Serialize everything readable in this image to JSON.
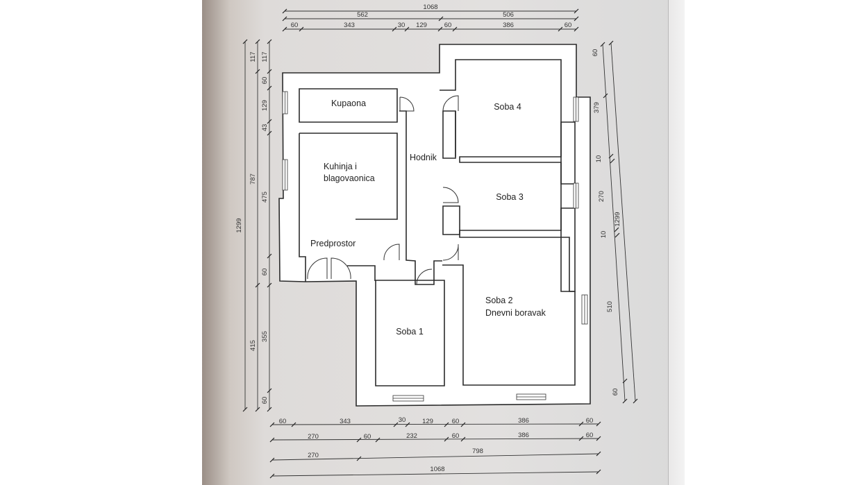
{
  "rooms": {
    "kupaona": "Kupaona",
    "kuhinja_line1": "Kuhinja i",
    "kuhinja_line2": "blagovaonica",
    "hodnik": "Hodnik",
    "predprostor": "Predprostor",
    "soba4": "Soba 4",
    "soba3": "Soba 3",
    "soba2_line1": "Soba 2",
    "soba2_line2": "Dnevni boravak",
    "soba1": "Soba 1"
  },
  "dimensions": {
    "top": {
      "row1": [
        "1068"
      ],
      "row2": [
        "562",
        "506"
      ],
      "row3": [
        "60",
        "343",
        "30",
        "129",
        "60",
        "386",
        "60"
      ]
    },
    "left": {
      "outer": [
        "1299"
      ],
      "middle": [
        "117",
        "787",
        "415"
      ],
      "inner": [
        "117",
        "60",
        "129",
        "43",
        "475",
        "60",
        "355",
        "60"
      ]
    },
    "right": {
      "inner": [
        "60",
        "379",
        "10",
        "270",
        "10",
        "510",
        "60"
      ],
      "outer": [
        "1299"
      ]
    },
    "bottom": {
      "row1": [
        "60",
        "343",
        "30",
        "129",
        "60",
        "386",
        "60"
      ],
      "row2": [
        "270",
        "60",
        "232",
        "60",
        "386",
        "60"
      ],
      "row3": [
        "270",
        "798"
      ],
      "row4": [
        "1068"
      ]
    }
  }
}
